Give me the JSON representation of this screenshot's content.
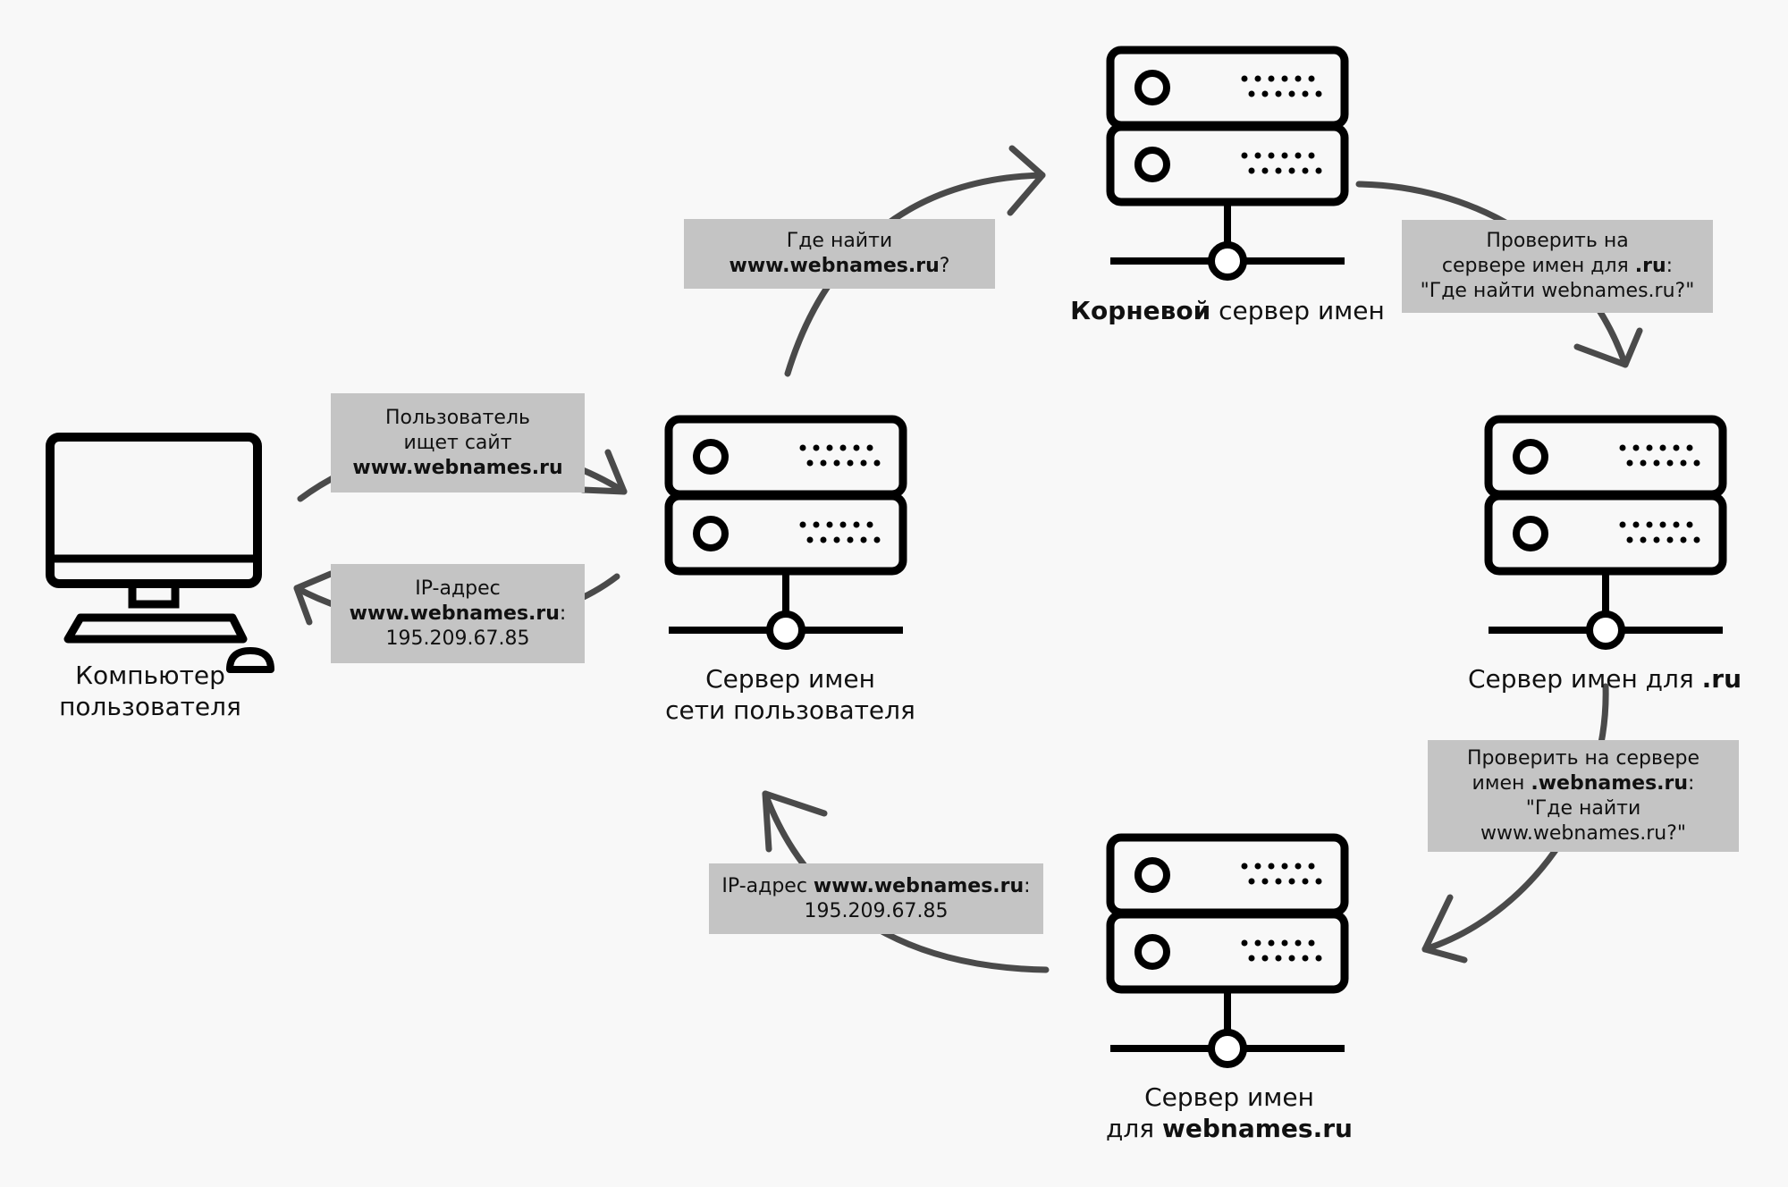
{
  "nodes": {
    "computer": {
      "line1": "Компьютер",
      "line2": "пользователя"
    },
    "local": {
      "line1": "Сервер имен",
      "line2": "сети пользователя"
    },
    "root": {
      "bold": "Корневой",
      "rest": " сервер имен"
    },
    "ru": {
      "text": "Сервер имен для ",
      "bold": ".ru"
    },
    "webnames": {
      "line1": "Сервер имен",
      "line2_text": "для ",
      "line2_bold": "webnames.ru"
    }
  },
  "messages": {
    "user_query": {
      "line1": "Пользователь",
      "line2": "ищет сайт",
      "line3_bold": "www.webnames.ru"
    },
    "ip_answer": {
      "line1": "IP-адрес",
      "line2_bold": "www.webnames.ru",
      "line2_suffix": ":",
      "line3": "195.209.67.85"
    },
    "where": {
      "line1": "Где найти",
      "line2_bold": "www.webnames.ru",
      "line2_suffix": "?"
    },
    "check_ru": {
      "line1": "Проверить на",
      "line2_text": "сервере имен для ",
      "line2_bold": ".ru",
      "line2_suffix": ":",
      "line3": "\"Где найти webnames.ru?\""
    },
    "check_webnames": {
      "line1": "Проверить на сервере",
      "line2_text": "имен ",
      "line2_bold": ".webnames.ru",
      "line2_suffix": ":",
      "line3": "\"Где найти",
      "line4": "www.webnames.ru?\""
    },
    "ip_final": {
      "line1_text": "IP-адрес ",
      "line1_bold": "www.webnames.ru",
      "line1_suffix": ":",
      "line2": "195.209.67.85"
    }
  },
  "colors": {
    "background": "#f8f8f8",
    "icon": "#000000",
    "arrow": "#4a4a4a",
    "label_box": "#c4c4c4"
  }
}
